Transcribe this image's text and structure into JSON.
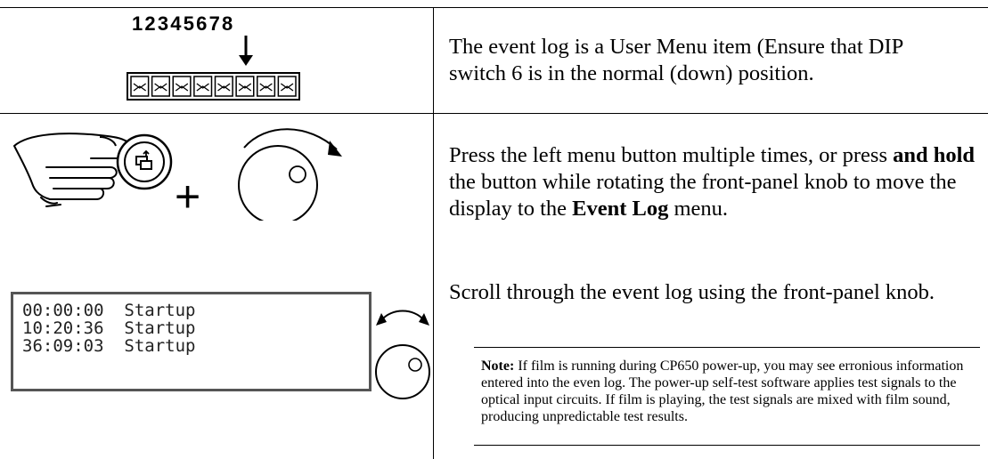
{
  "dip_switch": {
    "numbers": "12345678",
    "pointer_switch": 6,
    "count": 8
  },
  "rows": [
    {
      "text": "The event log is a User Menu item (Ensure that DIP switch 6 is in the normal (down) position."
    },
    {
      "text_a": "Press the left menu button multiple times, or press ",
      "text_bold_1": "and hold",
      "text_b": " the button while rotating the front-panel knob to move the display to the ",
      "text_bold_2": "Event Log",
      "text_c": " menu.",
      "plus_sign": "+"
    },
    {
      "text": "Scroll through the event log using the front-panel knob."
    }
  ],
  "lcd": {
    "lines": [
      "00:00:00  Startup",
      "10:20:36  Startup",
      "36:09:03  Startup"
    ]
  },
  "note": {
    "label": "Note:",
    "text": " If film is running during CP650 power-up, you may see erronious information entered into the even log. The power-up self-test software applies test signals to the optical input circuits. If film is playing, the test signals are mixed with film sound, producing unpredictable test results."
  }
}
